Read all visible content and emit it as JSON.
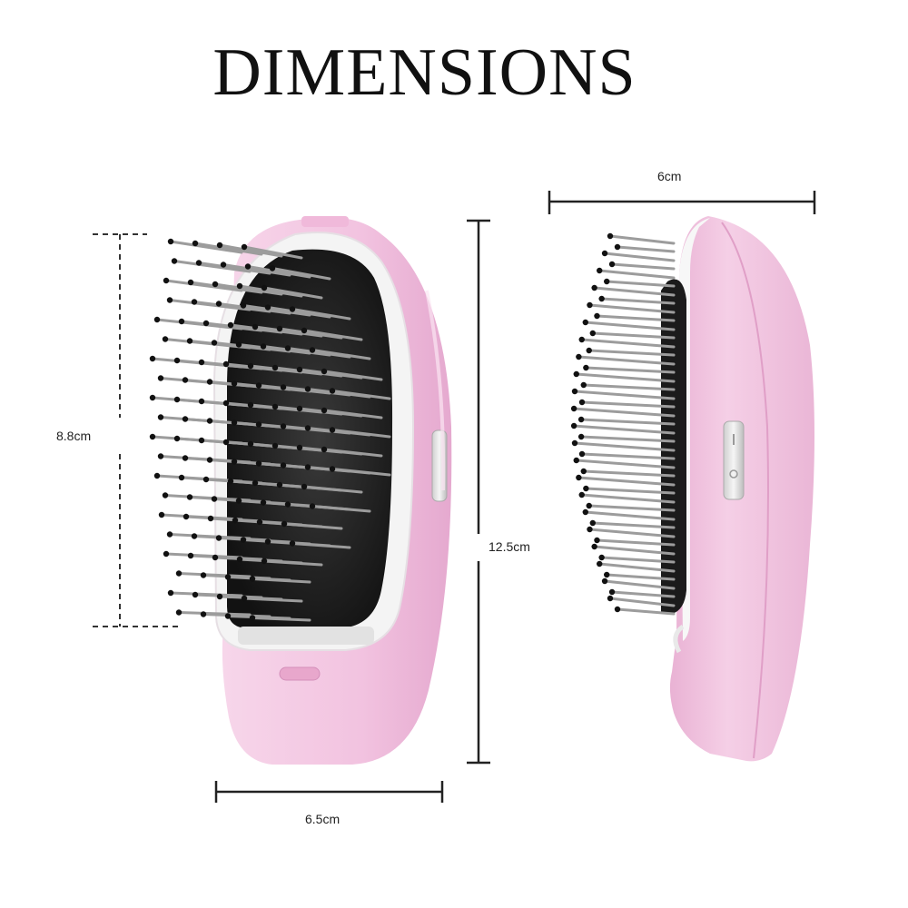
{
  "title": "DIMENSIONS",
  "dimensions": {
    "height_bristles": "8.8cm",
    "height_total": "12.5cm",
    "width_front": "6.5cm",
    "width_side": "6cm"
  },
  "colors": {
    "body_pink": "#f2c3e0",
    "pad_black": "#1d1d1d",
    "frame_white": "#f4f4f4"
  }
}
